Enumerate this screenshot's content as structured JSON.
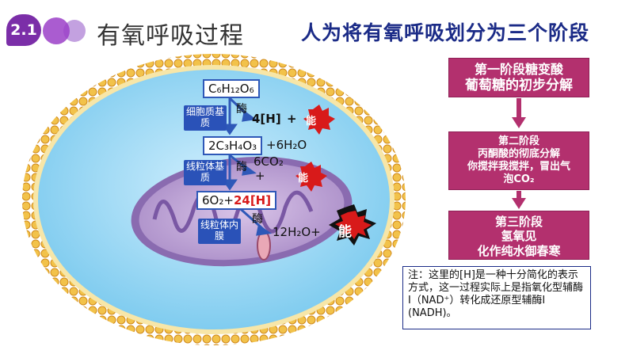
{
  "header": {
    "badge": "2.1",
    "title": "有氧呼吸过程",
    "headline": "人为将有氧呼吸划分为三个阶段"
  },
  "diagram": {
    "glucose": "C₆H₁₂O₆",
    "pyruvate": "2C₃H₄O₃",
    "pyruvate_water": "+6H₂O",
    "oxygen": "6O₂",
    "plus": "+",
    "h24": "24[H]",
    "h4": "4[H]",
    "co2": "6CO₂",
    "co2_plus": "+",
    "water12": "12H₂O+",
    "enzyme1": "酶",
    "enzyme2": "酶",
    "enzyme3": "酶",
    "energy_small1": "能",
    "energy_small2": "能",
    "energy_big": "能",
    "label_cytoplasm": "细胞质基质",
    "label_matrix": "线粒体基质",
    "label_inner": "线粒体内膜"
  },
  "stages": [
    {
      "title": "第一阶段糖变酸",
      "desc": "葡萄糖的初步分解"
    },
    {
      "title": "第二阶段",
      "desc": "丙酮酸的彻底分解",
      "extra": "你搅拌我搅拌，冒出气泡CO₂"
    },
    {
      "title": "第三阶段",
      "desc": "氢氧见",
      "extra": "化作纯水御春寒"
    }
  ],
  "note": "注：这里的[H]是一种十分简化的表示方式，这一过程实际上是指氧化型辅酶I（NAD⁺）转化成还原型辅酶I (NADH)。",
  "colors": {
    "stage_bg": "#b3306e",
    "headline": "#1b2b87",
    "badge": "#7b2ea8"
  }
}
